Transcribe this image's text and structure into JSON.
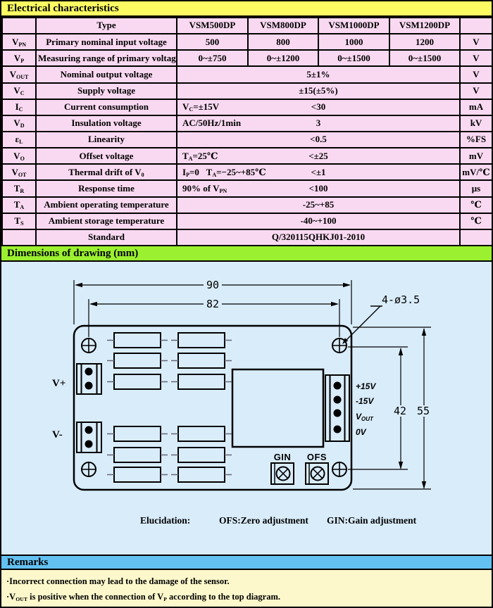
{
  "sections": {
    "electrical": {
      "title": "Electrical characteristics"
    },
    "dimensions": {
      "title": "Dimensions of drawing (mm)"
    },
    "remarks": {
      "title": "Remarks"
    }
  },
  "colors": {
    "title_yellow": "#FCFC62",
    "table_pink": "#F9D9F1",
    "dimensions_green": "#9BF030",
    "drawing_background_blue": "#D9ECFA",
    "remarks_blue": "#63C1F2",
    "remarks_cream": "#FCF8CB",
    "ink": "#000000"
  },
  "table": {
    "rows": [
      {
        "sym_html": "",
        "label_html": "Type",
        "values": [
          "VSM500DP",
          "VSM800DP",
          "VSM1000DP",
          "VSM1200DP"
        ],
        "unit_html": ""
      },
      {
        "sym_html": "V<sub>PN</sub>",
        "label_html": "Primary nominal input voltage",
        "values": [
          "500",
          "800",
          "1000",
          "1200"
        ],
        "unit_html": "V"
      },
      {
        "sym_html": "V<sub>P</sub>",
        "label_html": "Measuring range of primary voltage",
        "values": [
          "0~±750",
          "0~±1200",
          "0~±1500",
          "0~±1500"
        ],
        "unit_html": "V"
      },
      {
        "sym_html": "V<sub>OUT</sub>",
        "label_html": "Nominal output voltage",
        "condition_html": "",
        "value_html": "5±1%",
        "unit_html": "V"
      },
      {
        "sym_html": "V<sub>C</sub>",
        "label_html": "Supply voltage",
        "condition_html": "",
        "value_html": "±15(±5%)",
        "unit_html": "V"
      },
      {
        "sym_html": "I<sub>C</sub>",
        "label_html": "Current consumption",
        "condition_html": "V<sub>C</sub>=±15V",
        "value_html": "&lt;30",
        "unit_html": "mA"
      },
      {
        "sym_html": "V<sub>D</sub>",
        "label_html": "Insulation voltage",
        "condition_html": "AC/50Hz/1min",
        "value_html": "3",
        "unit_html": "kV"
      },
      {
        "sym_html": "ε<sub>L</sub>",
        "label_html": "Linearity",
        "condition_html": "",
        "value_html": "&lt;0.5",
        "unit_html": "%FS"
      },
      {
        "sym_html": "V<sub>O</sub>",
        "label_html": "Offset voltage",
        "condition_html": "T<sub>A</sub>=25℃",
        "value_html": "&lt;±25",
        "unit_html": "mV"
      },
      {
        "sym_html": "V<sub>OT</sub>",
        "label_html": "Thermal drift of V<sub>0</sub>",
        "condition_html": "I<sub>P</sub>=0&nbsp;&nbsp;&nbsp;T<sub>A</sub>=−25~+85℃",
        "value_html": "&lt;±1",
        "unit_html": "mV/℃"
      },
      {
        "sym_html": "T<sub>R</sub>",
        "label_html": "Response time",
        "condition_html": "90% of V<sub>PN</sub>",
        "value_html": "&lt;100",
        "unit_html": "μs"
      },
      {
        "sym_html": "T<sub>A</sub>",
        "label_html": "Ambient operating temperature",
        "condition_html": "",
        "value_html": "-25~+85",
        "unit_html": "℃"
      },
      {
        "sym_html": "T<sub>S</sub>",
        "label_html": "Ambient storage temperature",
        "condition_html": "",
        "value_html": "-40~+100",
        "unit_html": "℃"
      },
      {
        "sym_html": "",
        "label_html": "Standard",
        "condition_html": "",
        "value_html": "Q/320115QHKJ01-2010",
        "unit_html": ""
      }
    ]
  },
  "drawing": {
    "dim_overall_width": "90",
    "dim_hole_spacing_x": "82",
    "hole_note": "4-ø3.5",
    "dim_hole_spacing_y": "42",
    "dim_overall_height": "55",
    "label_v_plus": "V+",
    "label_v_minus": "V-",
    "pins": [
      {
        "main": "+15V"
      },
      {
        "main": "-15V"
      },
      {
        "main": "V",
        "sub": "OUT"
      },
      {
        "main": "0V"
      }
    ],
    "label_gain_pot": "GIN",
    "label_offset_pot": "OFS",
    "elucidation_label": "Elucidation:",
    "elucidation_ofs": "OFS:Zero adjustment",
    "elucidation_gin": "GIN:Gain   adjustment"
  },
  "remarks": {
    "line1_html": "·Incorrect connection may lead to the damage of the sensor.",
    "line2_html": "·V<sub>OUT</sub> is positive when the connection of V<sub>P</sub> according to the top diagram."
  }
}
